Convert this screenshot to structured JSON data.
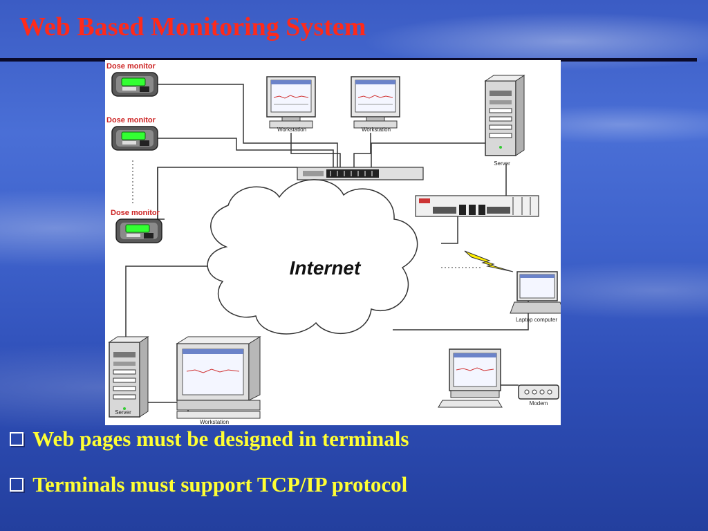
{
  "colors": {
    "title": "#ff2a1a",
    "bullet_text": "#ffff33",
    "link_line": "#333333"
  },
  "title": "Web Based Monitoring System",
  "diagram": {
    "dose_monitor_label": "Dose monitor",
    "workstation_label": "Workstation",
    "server_label": "Server",
    "internet_label": "Internet",
    "laptop_label": "Laptop computer",
    "modem_label": "Modem"
  },
  "bullets": [
    {
      "text": "Web pages must be designed in terminals",
      "icon": "checkbox-bullet-icon"
    },
    {
      "text": "Terminals must support TCP/IP protocol",
      "icon": "checkbox-bullet-icon"
    }
  ]
}
